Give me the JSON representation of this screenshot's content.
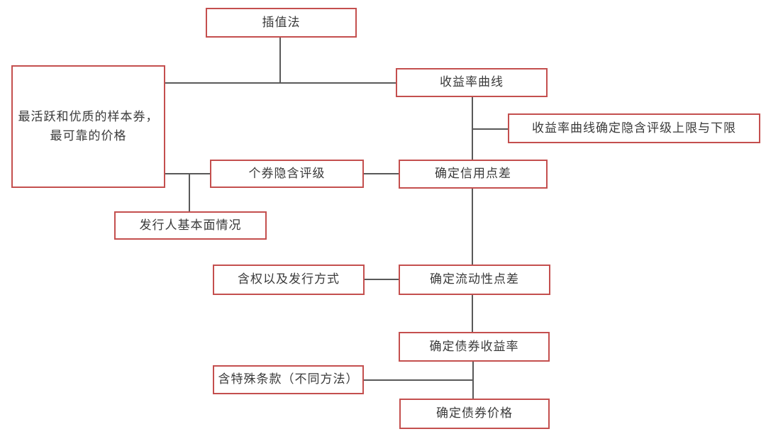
{
  "diagram": {
    "type": "flowchart",
    "background": "#ffffff",
    "colors": {
      "node_border": "#c44f4e",
      "connector": "#595959",
      "text": "#3a3a3a"
    },
    "nodes": {
      "interpolation": "插值法",
      "sample_bonds": "最活跃和优质的样本券，\n最可靠的价格",
      "yield_curve": "收益率曲线",
      "rating_bounds": "收益率曲线确定隐含评级上限与下限",
      "implied_rating": "个券隐含评级",
      "credit_spread": "确定信用点差",
      "issuer_fundamentals": "发行人基本面情况",
      "option_issuance": "含权以及发行方式",
      "liquidity_spread": "确定流动性点差",
      "bond_yield": "确定债券收益率",
      "special_clauses": "含特殊条款（不同方法）",
      "bond_price": "确定债券价格"
    }
  }
}
